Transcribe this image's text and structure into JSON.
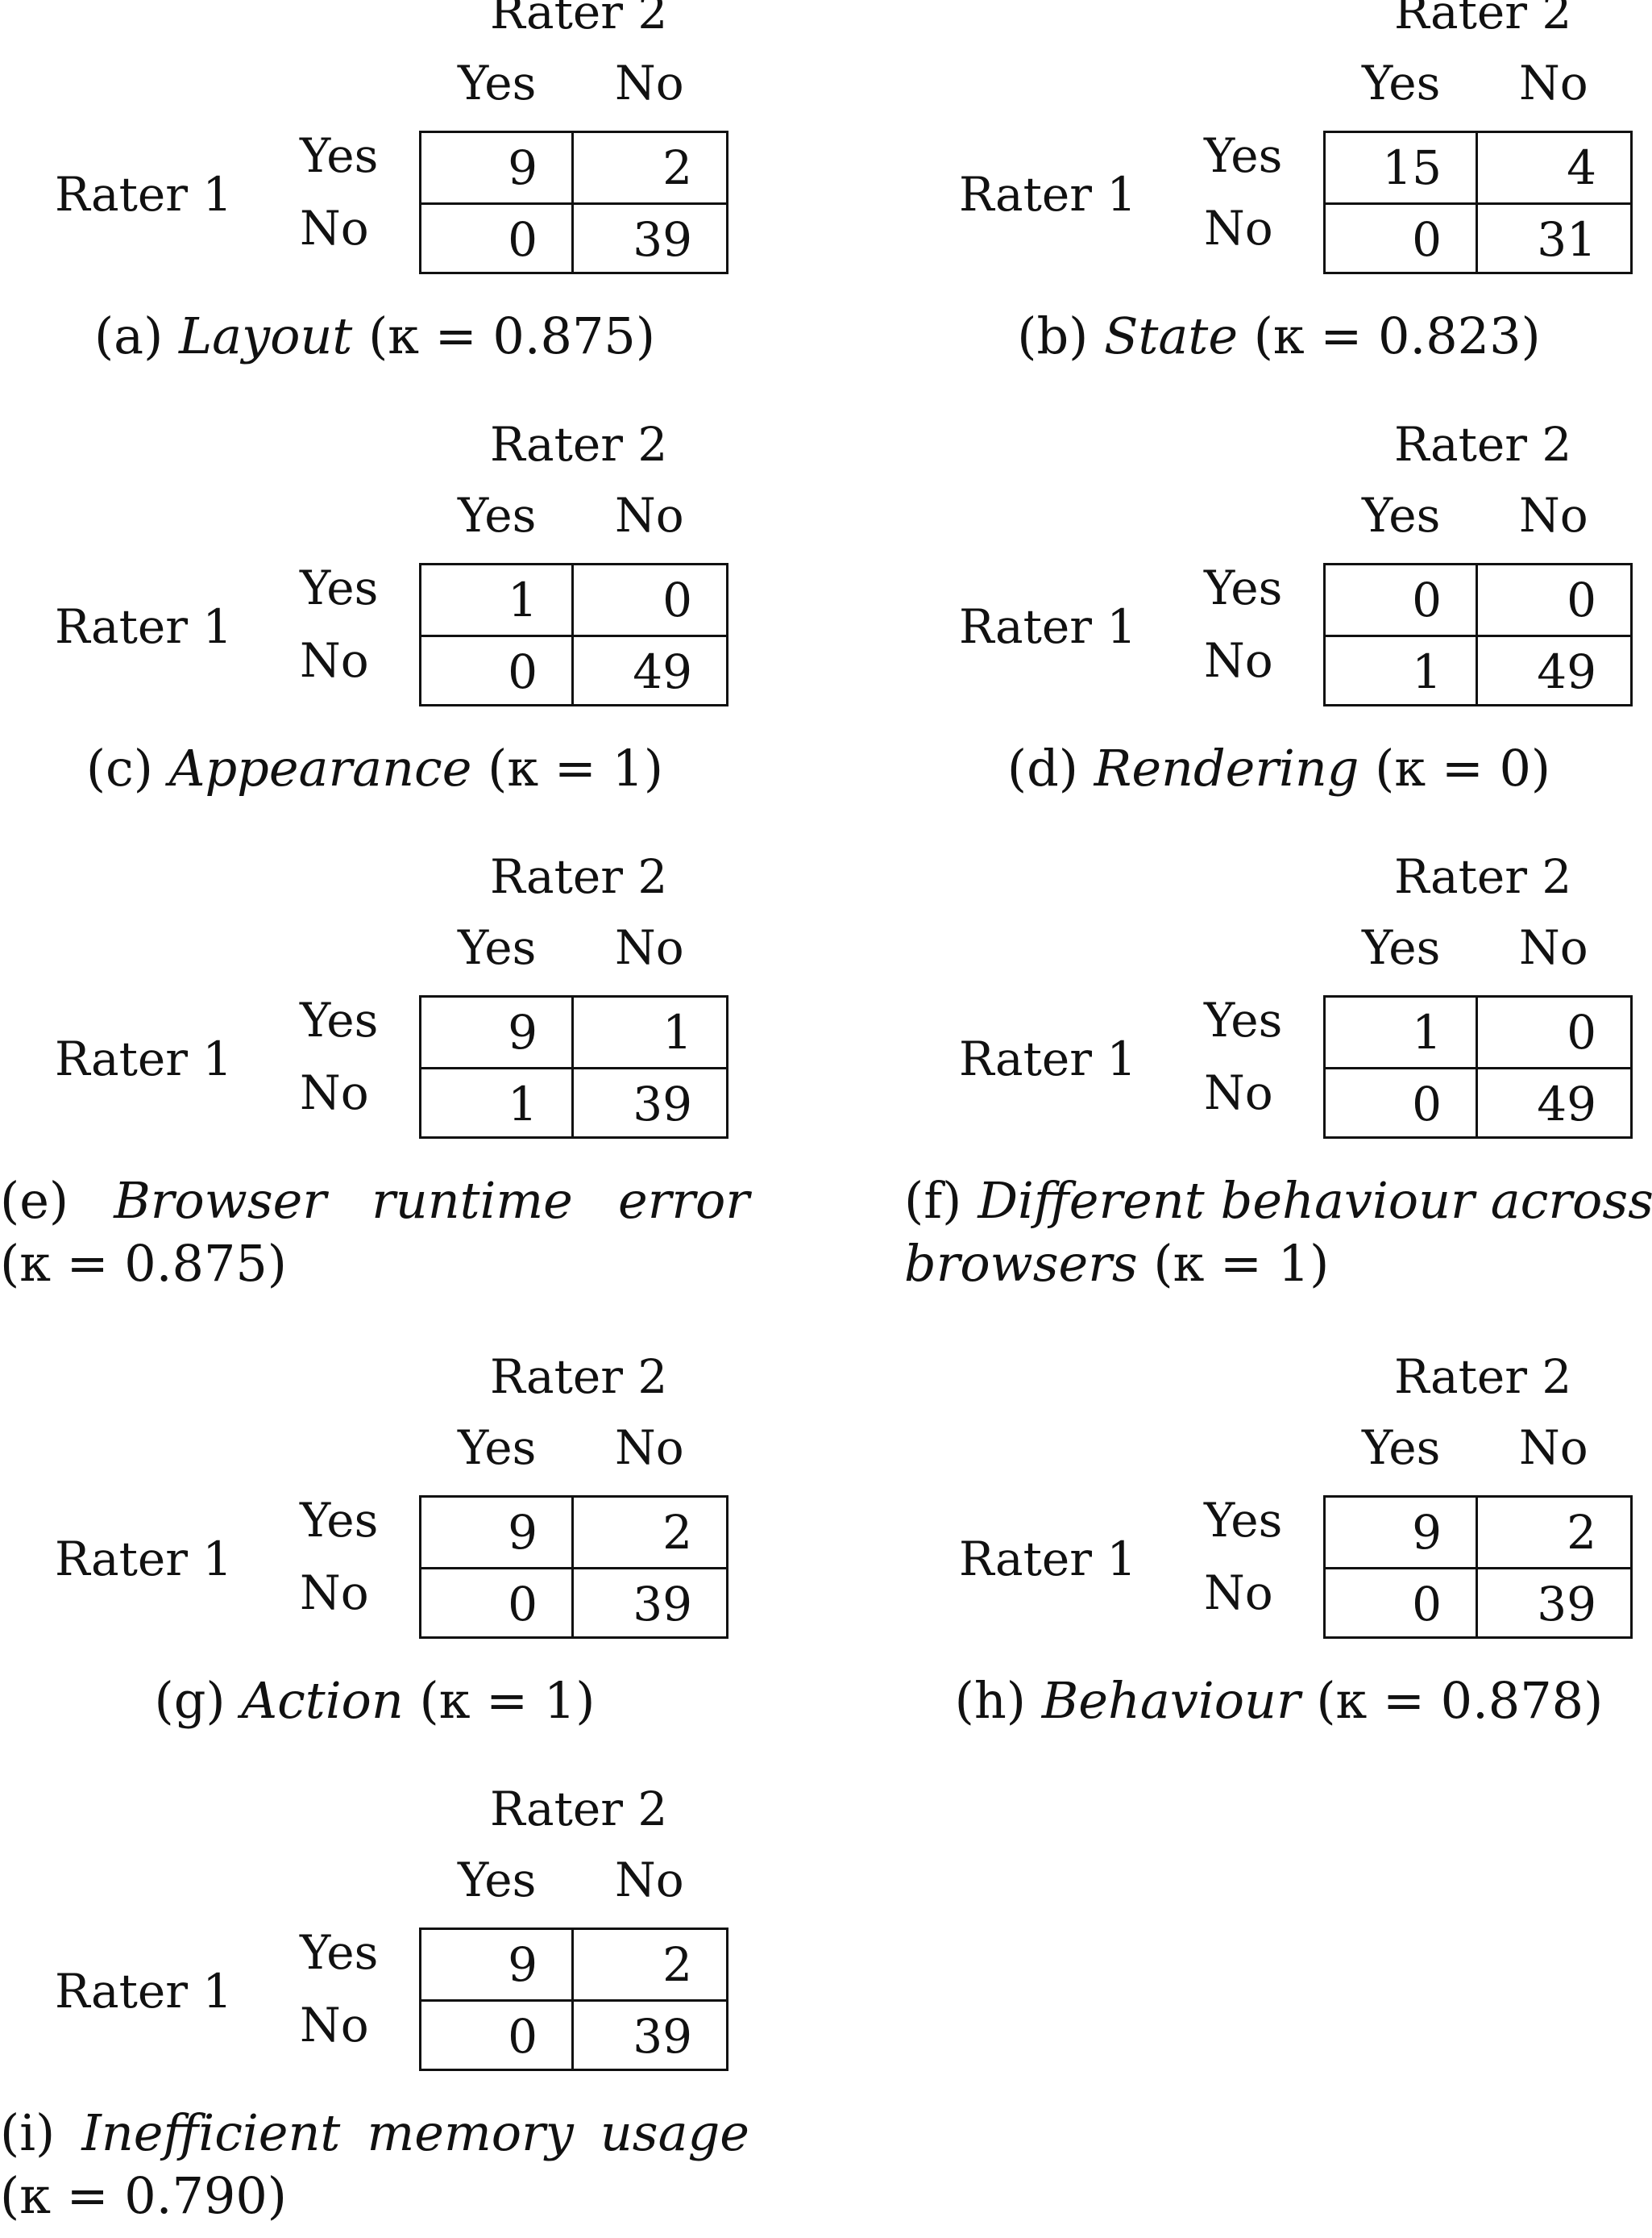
{
  "labels": {
    "rater2": "Rater 2",
    "rater1": "Rater 1",
    "yes": "Yes",
    "no": "No"
  },
  "panels": [
    {
      "caption": {
        "tag": "(a)",
        "name": "Layout",
        "kappa": "(κ = 0.875)"
      },
      "matrix": [
        [
          "9",
          "2"
        ],
        [
          "0",
          "39"
        ]
      ]
    },
    {
      "caption": {
        "tag": "(b)",
        "name": "State",
        "kappa": "(κ = 0.823)"
      },
      "matrix": [
        [
          "15",
          "4"
        ],
        [
          "0",
          "31"
        ]
      ]
    },
    {
      "caption": {
        "tag": "(c)",
        "name": "Appearance",
        "kappa": "(κ = 1)"
      },
      "matrix": [
        [
          "1",
          "0"
        ],
        [
          "0",
          "49"
        ]
      ]
    },
    {
      "caption": {
        "tag": "(d)",
        "name": "Rendering",
        "kappa": "(κ = 0)"
      },
      "matrix": [
        [
          "0",
          "0"
        ],
        [
          "1",
          "49"
        ]
      ]
    },
    {
      "caption": {
        "tag": "(e)",
        "w1": "Browser",
        "w2": "runtime",
        "w3": "error",
        "kappa": "(κ = 0.875)"
      },
      "matrix": [
        [
          "9",
          "1"
        ],
        [
          "1",
          "39"
        ]
      ]
    },
    {
      "caption": {
        "tag": "(f)",
        "w1": "Different",
        "w2": "behaviour",
        "w3": "across",
        "w4": "browsers",
        "kappa": "(κ = 1)"
      },
      "matrix": [
        [
          "1",
          "0"
        ],
        [
          "0",
          "49"
        ]
      ]
    },
    {
      "caption": {
        "tag": "(g)",
        "name": "Action",
        "kappa": "(κ = 1)"
      },
      "matrix": [
        [
          "9",
          "2"
        ],
        [
          "0",
          "39"
        ]
      ]
    },
    {
      "caption": {
        "tag": "(h)",
        "name": "Behaviour",
        "kappa": "(κ = 0.878)"
      },
      "matrix": [
        [
          "9",
          "2"
        ],
        [
          "0",
          "39"
        ]
      ]
    },
    {
      "caption": {
        "tag": "(i)",
        "w1": "Inefficient",
        "w2": "memory",
        "w3": "usage",
        "kappa": "(κ = 0.790)"
      },
      "matrix": [
        [
          "9",
          "2"
        ],
        [
          "0",
          "39"
        ]
      ]
    }
  ]
}
